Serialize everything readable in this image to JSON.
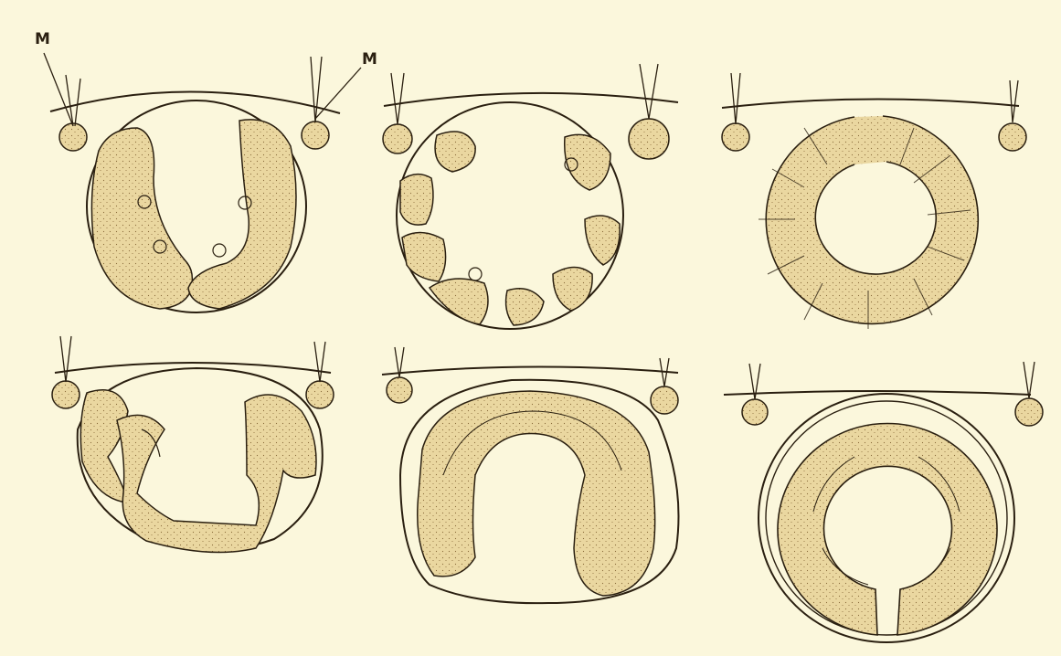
{
  "figure": {
    "labels": [
      "M",
      "M"
    ],
    "panel_count": 6,
    "colors": {
      "paper": "#fbf7dc",
      "ink": "#2a1f10",
      "cell_fill": "#ead7a0",
      "stipple": "#8a6a3a"
    }
  }
}
